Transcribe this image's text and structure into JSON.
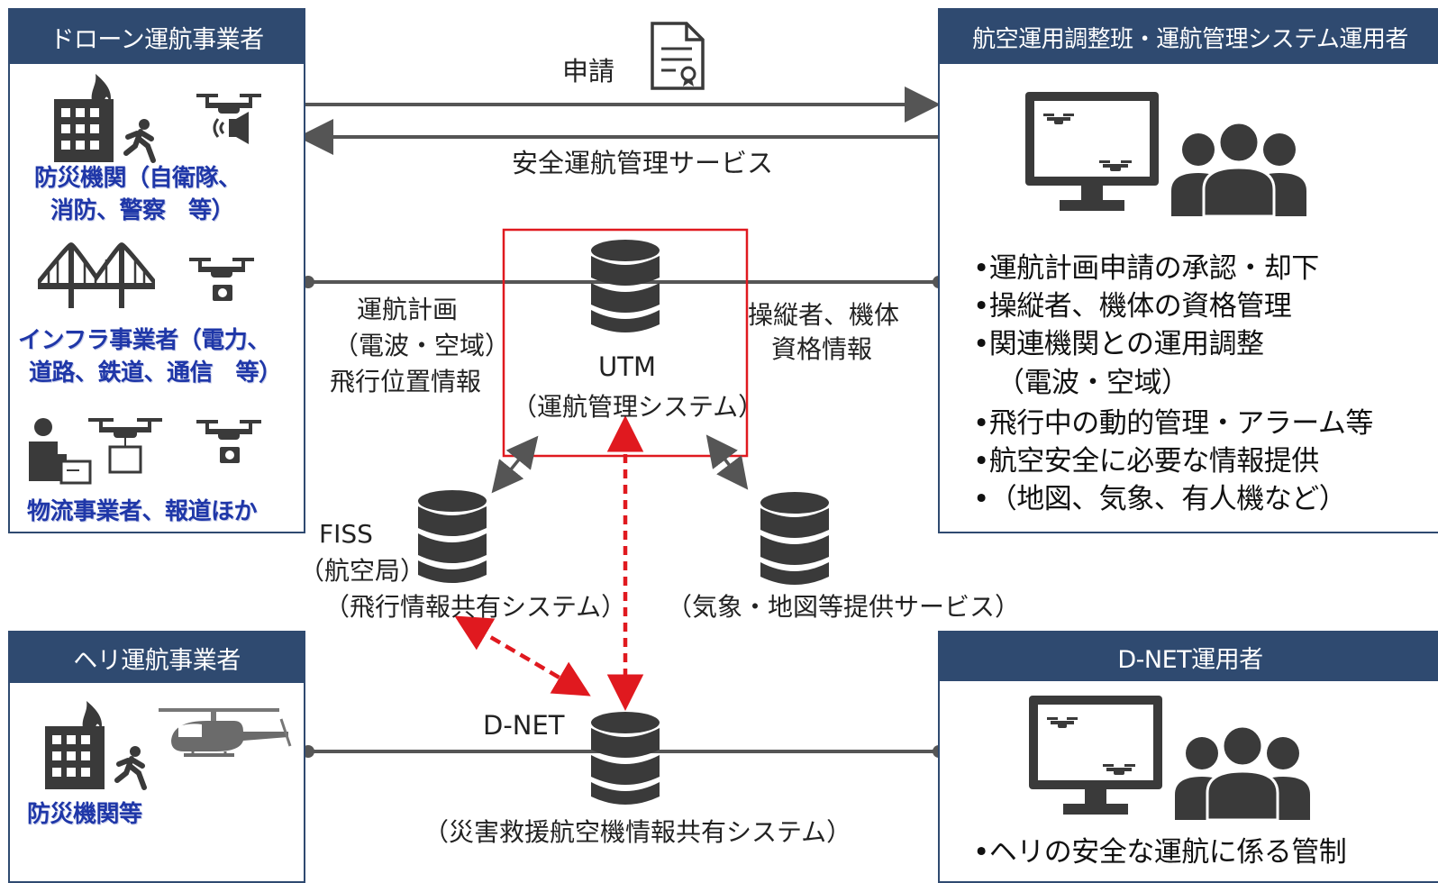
{
  "drone_operator": {
    "title": "ドローン運航事業者",
    "group1": [
      "防災機関（自衛隊、",
      "消防、警察　等）"
    ],
    "group2": [
      "インフラ事業者（電力、",
      "道路、鉄道、通信　等）"
    ],
    "group3": "物流事業者、報道ほか"
  },
  "aviation_panel": {
    "title": "航空運用調整班・運航管理システム運用者",
    "bullets": [
      "•運航計画申請の承認・却下",
      "•操縦者、機体の資格管理",
      "•関連機関との運用調整",
      "（電波・空域）",
      "•飛行中の動的管理・アラーム等",
      "•航空安全に必要な情報提供",
      "•（地図、気象、有人機など）"
    ]
  },
  "heli_operator": {
    "title": "ヘリ運航事業者",
    "label": "防災機関等"
  },
  "dnet_panel": {
    "title": "D-NET運用者",
    "bullet": "•ヘリの安全な運航に係る管制"
  },
  "arrows": {
    "application": "申請",
    "safety_service": "安全運航管理サービス"
  },
  "left_info": [
    "運航計画",
    "（電波・空域）",
    "飛行位置情報"
  ],
  "right_info": [
    "操縦者、機体",
    "資格情報"
  ],
  "utm": {
    "name": "UTM",
    "desc": "（運航管理システム）"
  },
  "fiss": {
    "name": "FISS",
    "org": "（航空局）",
    "desc": "（飛行情報共有システム）"
  },
  "weather": {
    "desc": "（気象・地図等提供サービス）"
  },
  "dnet": {
    "name": "D-NET",
    "desc": "（災害救援航空機情報共有システム）"
  },
  "colors": {
    "panel_header": "#2f4a70",
    "label_blue": "#1f37a8",
    "highlight_red": "#e0191f",
    "line_gray": "#555555",
    "icon_dark": "#3a3a3a"
  },
  "icons": [
    "document-icon",
    "building-fire-icon",
    "drone-icon",
    "bridge-icon",
    "delivery-person-icon",
    "monitor-icon",
    "people-icon",
    "helicopter-icon",
    "database-icon"
  ]
}
